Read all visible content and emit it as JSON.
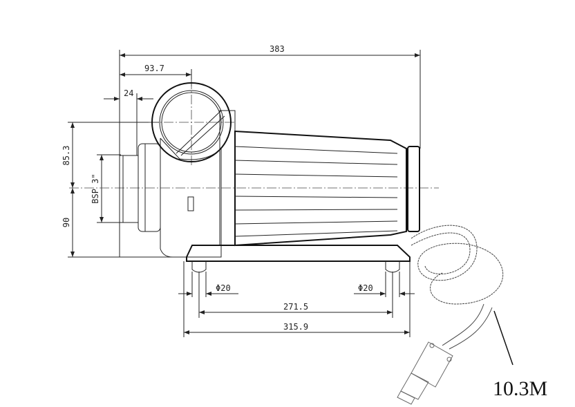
{
  "drawing": {
    "dimensions": {
      "overall_length": "383",
      "outlet_offset": "93.7",
      "inlet_length": "24",
      "outlet_height_above_axis": "85.3",
      "inlet_thread": "BSP 3\"",
      "axis_height": "90",
      "foot_diameter_left": "Φ20",
      "foot_diameter_right": "Φ20",
      "foot_spacing": "271.5",
      "base_length": "315.9"
    },
    "cable_length": "10.3M"
  }
}
